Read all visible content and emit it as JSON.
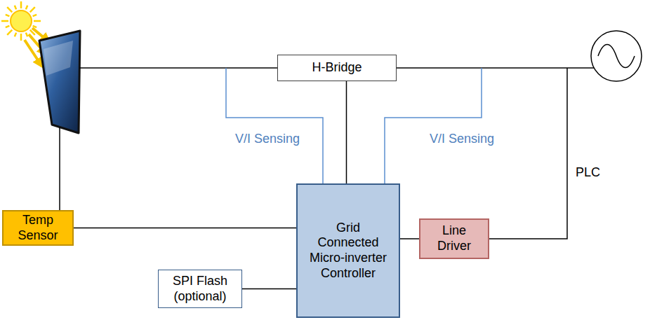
{
  "diagram": {
    "nodes": [
      {
        "text": [
          "H-Bridge"
        ]
      },
      {
        "text": [
          "Grid Connected Micro-inverter Controller"
        ]
      },
      {
        "text": [
          "Temp Sensor"
        ]
      },
      {
        "text": [
          "Line Driver"
        ]
      },
      {
        "text": [
          "SPI Flash (optional)"
        ]
      }
    ],
    "edges": [
      {
        "from": 0,
        "to": 1,
        "arrow": "none"
      },
      {
        "from": 2,
        "to": 1,
        "arrow": "none"
      },
      {
        "from": 1,
        "to": 3,
        "arrow": "none"
      },
      {
        "from": 4,
        "to": 1,
        "arrow": "none"
      }
    ],
    "labels": [
      "V/I Sensing",
      "V/I Sensing",
      "PLC"
    ]
  }
}
